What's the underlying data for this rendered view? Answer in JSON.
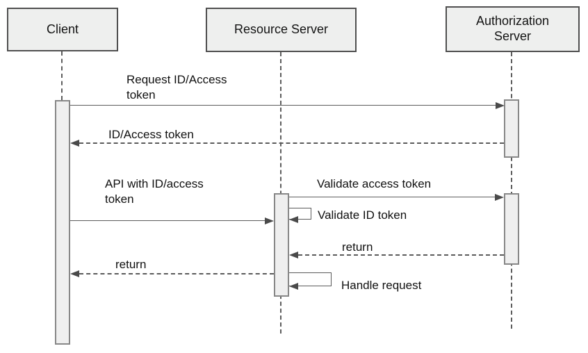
{
  "diagram": {
    "kind": "uml-sequence-diagram",
    "actors": [
      {
        "id": "client",
        "label": "Client"
      },
      {
        "id": "resource-server",
        "label": "Resource Server"
      },
      {
        "id": "authorization-server",
        "label": "Authorization Server"
      }
    ],
    "messages": [
      {
        "from": "Client",
        "to": "Authorization Server",
        "label": "Request ID/Access token",
        "line": "solid"
      },
      {
        "from": "Authorization Server",
        "to": "Client",
        "label": "ID/Access token",
        "line": "dashed"
      },
      {
        "from": "Client",
        "to": "Resource Server",
        "label": "API with ID/access token",
        "line": "solid"
      },
      {
        "from": "Resource Server",
        "to": "Authorization Server",
        "label": "Validate access token",
        "line": "solid"
      },
      {
        "from": "Resource Server",
        "to": "Resource Server",
        "label": "Validate ID token",
        "line": "self-call"
      },
      {
        "from": "Authorization Server",
        "to": "Resource Server",
        "label": "return",
        "line": "dashed"
      },
      {
        "from": "Resource Server",
        "to": "Client",
        "label": "return",
        "line": "dashed"
      },
      {
        "from": "Resource Server",
        "to": "Resource Server",
        "label": "Handle request",
        "line": "self-call"
      }
    ],
    "colors": {
      "background": "#ffffff",
      "box_fill": "#eeefee",
      "box_border": "#4f4f4f",
      "activation_fill": "#efefef",
      "activation_border": "#878787",
      "line": "#5a5a5a",
      "arrowhead": "#4a4a4a",
      "text": "#101010"
    }
  }
}
